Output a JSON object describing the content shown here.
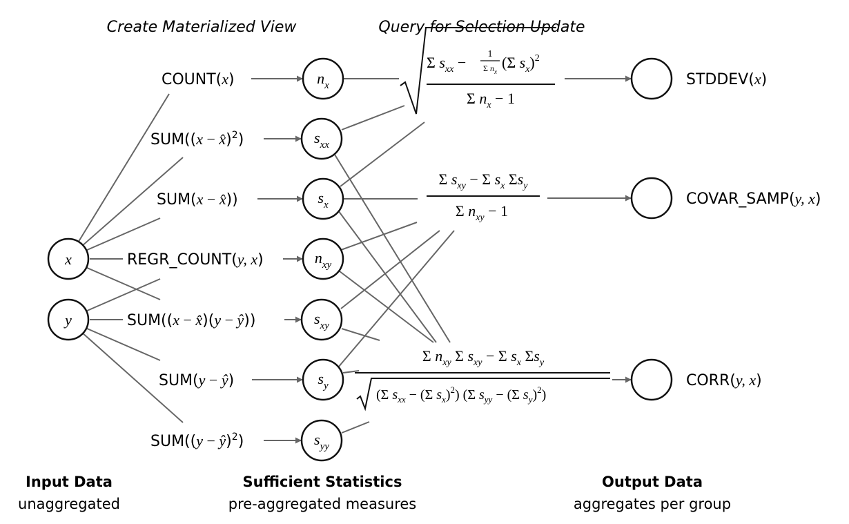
{
  "headers": {
    "create_view": "Create Materialized View",
    "query_update": "Query for Selection Update"
  },
  "input_nodes": {
    "x": "x",
    "y": "y"
  },
  "aggregations": {
    "count_x": {
      "fn": "COUNT(",
      "var": "x",
      "close": ")"
    },
    "sum_xx": {
      "fn": "SUM((",
      "v1": "x",
      "minus": " − ",
      "v2": "x̂",
      "close": ")",
      "exp": "2",
      "end": ")"
    },
    "sum_x": {
      "fn": "SUM(",
      "v1": "x",
      "minus": " − ",
      "v2": "x̂",
      "close": "))"
    },
    "regr_count": {
      "fn": "REGR_COUNT(",
      "args": "y, x",
      "close": ")"
    },
    "sum_xy": {
      "fn": "SUM((",
      "v1": "x",
      "minus1": " − ",
      "v2": "x̂",
      "mid": ")(",
      "v3": "y",
      "minus2": " − ",
      "v4": "ŷ",
      "close": "))"
    },
    "sum_y": {
      "fn": "SUM(",
      "v1": "y",
      "minus": " − ",
      "v2": "ŷ",
      "close": ")"
    },
    "sum_yy": {
      "fn": "SUM((",
      "v1": "y",
      "minus": " − ",
      "v2": "ŷ",
      "close": ")",
      "exp": "2",
      "end": ")"
    }
  },
  "stat_nodes": {
    "n_x": {
      "base": "n",
      "sub": "x"
    },
    "s_xx": {
      "base": "s",
      "sub": "xx"
    },
    "s_x": {
      "base": "s",
      "sub": "x"
    },
    "n_xy": {
      "base": "n",
      "sub": "xy"
    },
    "s_xy": {
      "base": "s",
      "sub": "xy"
    },
    "s_y": {
      "base": "s",
      "sub": "y"
    },
    "s_yy": {
      "base": "s",
      "sub": "yy"
    }
  },
  "formulas": {
    "stddev_numerator": "Σ sxx − (1 / Σ nx)(Σ sx)²",
    "stddev_denominator": "Σ nx − 1",
    "covar_numerator": "Σ sxy − Σ sx Σ sy",
    "covar_denominator": "Σ nxy − 1",
    "corr_numerator": "Σ nxy Σ sxy − Σ sx Σ sy",
    "corr_denominator": "√((Σ sxx − (Σ sx)²) (Σ syy − (Σ sy)²))"
  },
  "outputs": {
    "stddev": {
      "fn": "STDDEV(",
      "args": "x",
      "close": ")"
    },
    "covar": {
      "fn": "COVAR_SAMP(",
      "args": "y, x",
      "close": ")"
    },
    "corr": {
      "fn": "CORR(",
      "args": "y, x",
      "close": ")"
    }
  },
  "footer": {
    "input_title": "Input Data",
    "input_sub": "unaggregated",
    "stats_title": "Sufficient Statistics",
    "stats_sub": "pre-aggregated measures",
    "output_title": "Output Data",
    "output_sub": "aggregates per group"
  },
  "colors": {
    "line": "#666666",
    "node_stroke": "#111111",
    "text": "#111111"
  }
}
